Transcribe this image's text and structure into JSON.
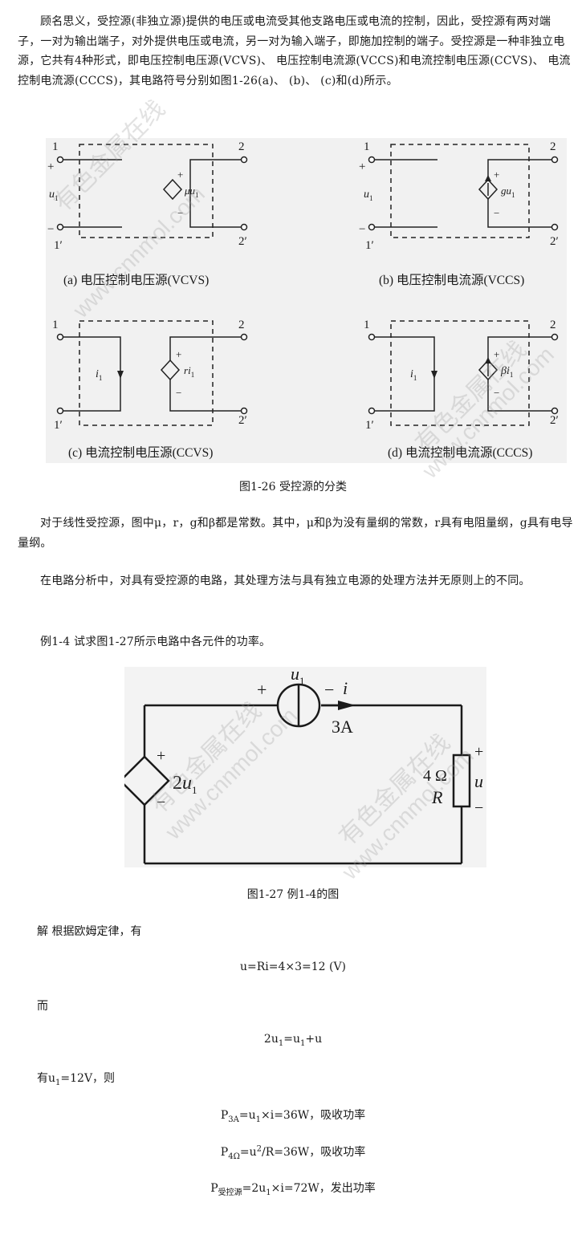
{
  "intro_paragraph": "顾名思义，受控源(非独立源)提供的电压或电流受其他支路电压或电流的控制，因此，受控源有两对端子，一对为输出端子，对外提供电压或电流，另一对为输入端子，即施加控制的端子。受控源是一种非独立电源，它共有4种形式，即电压控制电压源(VCVS)、 电压控制电流源(VCCS)和电流控制电压源(CCVS)、 电流控制电流源(CCCS)，其电路符号分别如图1-26(a)、 (b)、 (c)和(d)所示。",
  "fig126": {
    "a_caption": "(a) 电压控制电压源(VCVS)",
    "b_caption": "(b) 电压控制电流源(VCCS)",
    "c_caption": "(c) 电流控制电压源(CCVS)",
    "d_caption": "(d) 电流控制电流源(CCCS)",
    "t1": "1",
    "t1p": "1′",
    "t2": "2",
    "t2p": "2′",
    "plus": "+",
    "minus": "−",
    "u1": "u",
    "u1_sub": "1",
    "i1": "i",
    "i1_sub": "1",
    "a_src_coef": "μ",
    "a_src_var": "u",
    "a_src_sub": "1",
    "b_src_coef": "g",
    "b_src_var": "u",
    "b_src_sub": "1",
    "c_src_coef": "r",
    "c_src_var": "i",
    "c_src_sub": "1",
    "d_src_coef": "β",
    "d_src_var": "i",
    "d_src_sub": "1",
    "caption": "图1-26 受控源的分类"
  },
  "para2": "对于线性受控源，图中μ，r，g和β都是常数。其中，μ和β为没有量纲的常数，r具有电阻量纲，g具有电导量纲。",
  "para3": "在电路分析中，对具有受控源的电路，其处理方法与具有独立电源的处理方法并无原则上的不同。",
  "para4": "例1-4 试求图1-27所示电路中各元件的功率。",
  "fig127": {
    "u1": "u",
    "u1_sub": "1",
    "plus": "+",
    "minus": "−",
    "i_label": "i",
    "current": "3A",
    "src_coef": "2",
    "src_var": "u",
    "src_sub": "1",
    "resistance": "4 Ω",
    "R_label": "R",
    "u_label": "u",
    "caption": "图1-27 例1-4的图"
  },
  "watermarks": {
    "cn": "有色金属在线",
    "url": "www.cnnmol.com"
  },
  "solution": {
    "intro": "解 根据欧姆定律，有",
    "eq1": "u=Ri=4×3=12 (V)",
    "and": "而",
    "eq2_a": "2u",
    "eq2_sub1": "1",
    "eq2_b": "=u",
    "eq2_sub2": "1",
    "eq2_c": "+u",
    "have_a": "有u",
    "have_sub": "1",
    "have_b": "=12V，则",
    "p1_a": "P",
    "p1_sub": "3A",
    "p1_b": "=u",
    "p1_sub2": "1",
    "p1_c": "×i=36W，吸收功率",
    "p2_a": "P",
    "p2_sub": "4Ω",
    "p2_b": "=u",
    "p2_sup": "2",
    "p2_c": "/R=36W，吸收功率",
    "p3_a": "P",
    "p3_sub": "受控源",
    "p3_b": "=2u",
    "p3_sub2": "1",
    "p3_c": "×i=72W，发出功率"
  }
}
